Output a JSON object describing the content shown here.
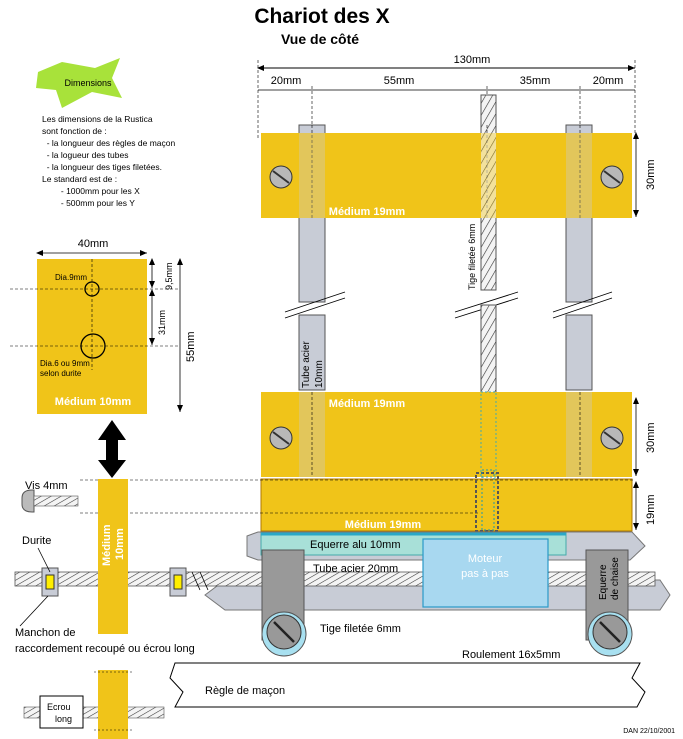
{
  "title": "Chariot des X",
  "subtitle": "Vue de côté",
  "dims": {
    "total": "130mm",
    "seg1": "20mm",
    "seg2": "55mm",
    "seg3": "35mm",
    "seg4": "20mm",
    "h30_top": "30mm",
    "h30_mid": "30mm",
    "h19": "19mm",
    "plate_w": "40mm",
    "plate_95": "9,5mm",
    "plate_31": "31mm",
    "plate_55": "55mm"
  },
  "badge": "Dimensions",
  "notes": [
    "Les dimensions de la Rustica",
    "sont fonction de :",
    "  - la longueur des règles de maçon",
    "  - la logueur des tubes",
    "  - la longueur des tiges filetées.",
    "Le standard est de :",
    "        - 1000mm pour les X",
    "        - 500mm pour les Y"
  ],
  "plate": {
    "hole1": "Dia.9mm",
    "hole2_l1": "Dia.6 ou 9mm",
    "hole2_l2": "selon durite",
    "material": "Médium 10mm"
  },
  "labels": {
    "medium19_top": "Médium 19mm",
    "medium19_mid": "Médium 19mm",
    "medium19_bot": "Médium 19mm",
    "tige_vert": "Tige filetée 6mm",
    "tube_vert_l1": "Tube acier",
    "tube_vert_l2": "10mm",
    "vis": "Vis 4mm",
    "durite": "Durite",
    "medium10_l1": "Médium",
    "medium10_l2": "10mm",
    "equerre_alu": "Equerre alu 10mm",
    "tube_acier20": "Tube acier 20mm",
    "tige_filetee": "Tige filetée 6mm",
    "moteur_l1": "Moteur",
    "moteur_l2": "pas à pas",
    "equerre_chaise_l1": "Equerre",
    "equerre_chaise_l2": "de chaise",
    "manchon_l1": "Manchon de",
    "manchon_l2": "raccordement recoupé ou écrou long",
    "roulement": "Roulement 16x5mm",
    "regle": "Règle de maçon",
    "ecrou_l1": "Ecrou",
    "ecrou_l2": "long",
    "footer": "DAN 22/10/2001"
  }
}
